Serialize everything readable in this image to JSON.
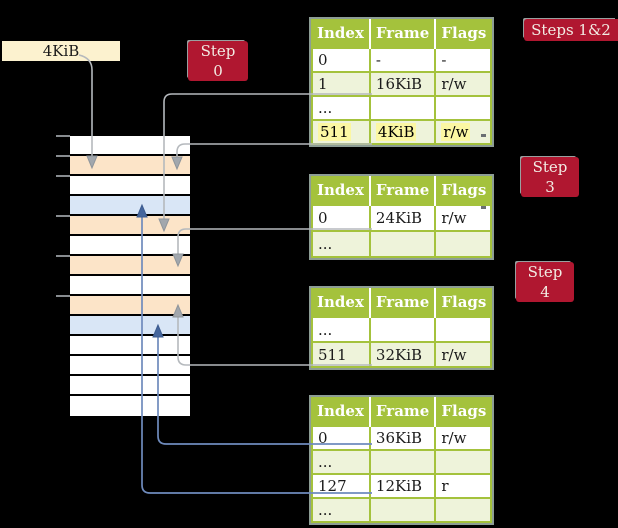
{
  "diagram": {
    "pointer_box": {
      "label": "4KiB"
    },
    "badges": {
      "step0": "Step 0",
      "steps_1_2": "Steps 1&2",
      "step3": "Step 3",
      "step4": "Step 4"
    },
    "table_headers": [
      "Index",
      "Frame",
      "Flags"
    ],
    "tables": [
      {
        "name": "root-page-table",
        "rows": [
          [
            "0",
            "-",
            "-"
          ],
          [
            "1",
            "16KiB",
            "r/w"
          ],
          [
            "...",
            "",
            ""
          ],
          [
            "511",
            "4KiB",
            "r/w"
          ]
        ],
        "highlighted_row": "511 | 4KiB | r/w"
      },
      {
        "name": "step3-page-table",
        "rows": [
          [
            "0",
            "24KiB",
            "r/w"
          ],
          [
            "...",
            "",
            ""
          ]
        ]
      },
      {
        "name": "step4-page-table",
        "rows": [
          [
            "...",
            "",
            ""
          ],
          [
            "511",
            "32KiB",
            "r/w"
          ]
        ]
      },
      {
        "name": "final-page-table",
        "rows": [
          [
            "0",
            "36KiB",
            "r/w"
          ],
          [
            "...",
            "",
            ""
          ],
          [
            "127",
            "12KiB",
            "r"
          ],
          [
            "...",
            "",
            ""
          ]
        ]
      }
    ],
    "memory_rows": [
      "free",
      "page-table",
      "free",
      "mapped-page",
      "page-table",
      "free",
      "page-table",
      "free",
      "page-table",
      "mapped-page",
      "free",
      "free",
      "free",
      "free"
    ],
    "colors": {
      "background": "#000000",
      "table_header_green": "#a4c23c",
      "table_row_green": "#eef3da",
      "table_outer_border": "#8d9d95",
      "highlight_yellow": "#fbf7a3",
      "page_table_peach": "#fce4c8",
      "mapped_page_blue": "#d9e6f6",
      "free_white": "#ffffff",
      "badge_red": "#b01730",
      "pointer_cream": "#fcf2cf",
      "gray_arrow": "#b5b9bd",
      "blue_arrow": "#6f8bbd"
    }
  }
}
